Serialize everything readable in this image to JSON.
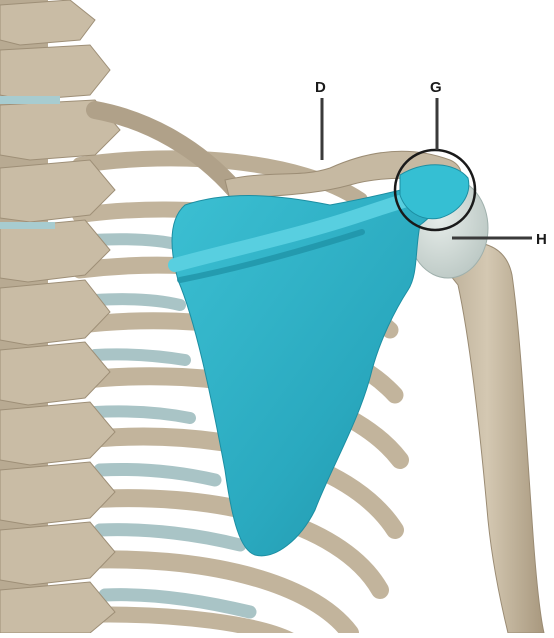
{
  "labels": {
    "d": "D",
    "g": "G",
    "h": "H"
  },
  "colors": {
    "background": "#ffffff",
    "bone": "#c8bba4",
    "bone_shade": "#a8987e",
    "bone_dark": "#8d7f69",
    "cartilage": "#a9c4c6",
    "scapula": "#2fb3c8",
    "scapula_shade": "#1f93a8",
    "scapula_light": "#47c6d8",
    "humeral_head": "#d3dcd8",
    "leader_line": "#3a3a3a",
    "label_text": "#1a1a1a"
  },
  "icons": {
    "spine": "vertebral-column-illustration",
    "ribs": "rib-cage-illustration",
    "clavicle": "clavicle-illustration",
    "scapula": "scapula-illustration",
    "humerus": "humerus-illustration",
    "joint_highlight": "circle-highlight"
  }
}
